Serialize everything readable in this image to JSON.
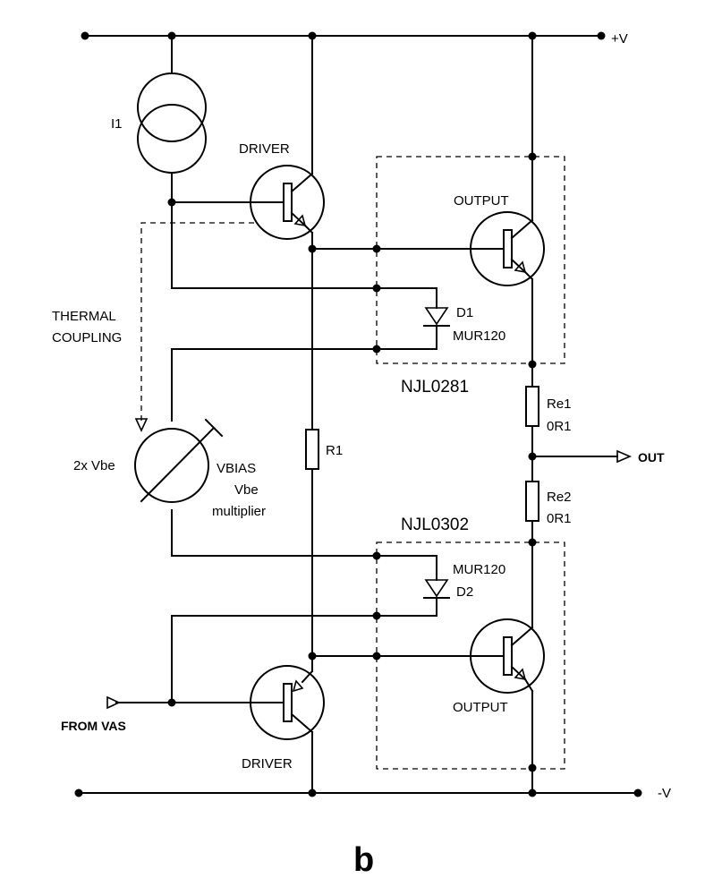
{
  "labels": {
    "supply_pos": "+V",
    "supply_neg": "-V",
    "current_source": "I1",
    "driver_top": "DRIVER",
    "driver_bottom": "DRIVER",
    "output_top": "OUTPUT",
    "output_bottom": "OUTPUT",
    "thermal_line1": "THERMAL",
    "thermal_line2": "COUPLING",
    "vbe_label": "2x Vbe",
    "vbias": "VBIAS",
    "vbe_mult_line1": "Vbe",
    "vbe_mult_line2": "multiplier",
    "r1": "R1",
    "d1": "D1",
    "d1_part": "MUR120",
    "d2": "D2",
    "d2_part": "MUR120",
    "pkg_top": "NJL0281",
    "pkg_bottom": "NJL0302",
    "re1": "Re1",
    "re1_val": "0R1",
    "re2": "Re2",
    "re2_val": "0R1",
    "out": "OUT",
    "from_vas": "FROM VAS",
    "figure": "b"
  }
}
